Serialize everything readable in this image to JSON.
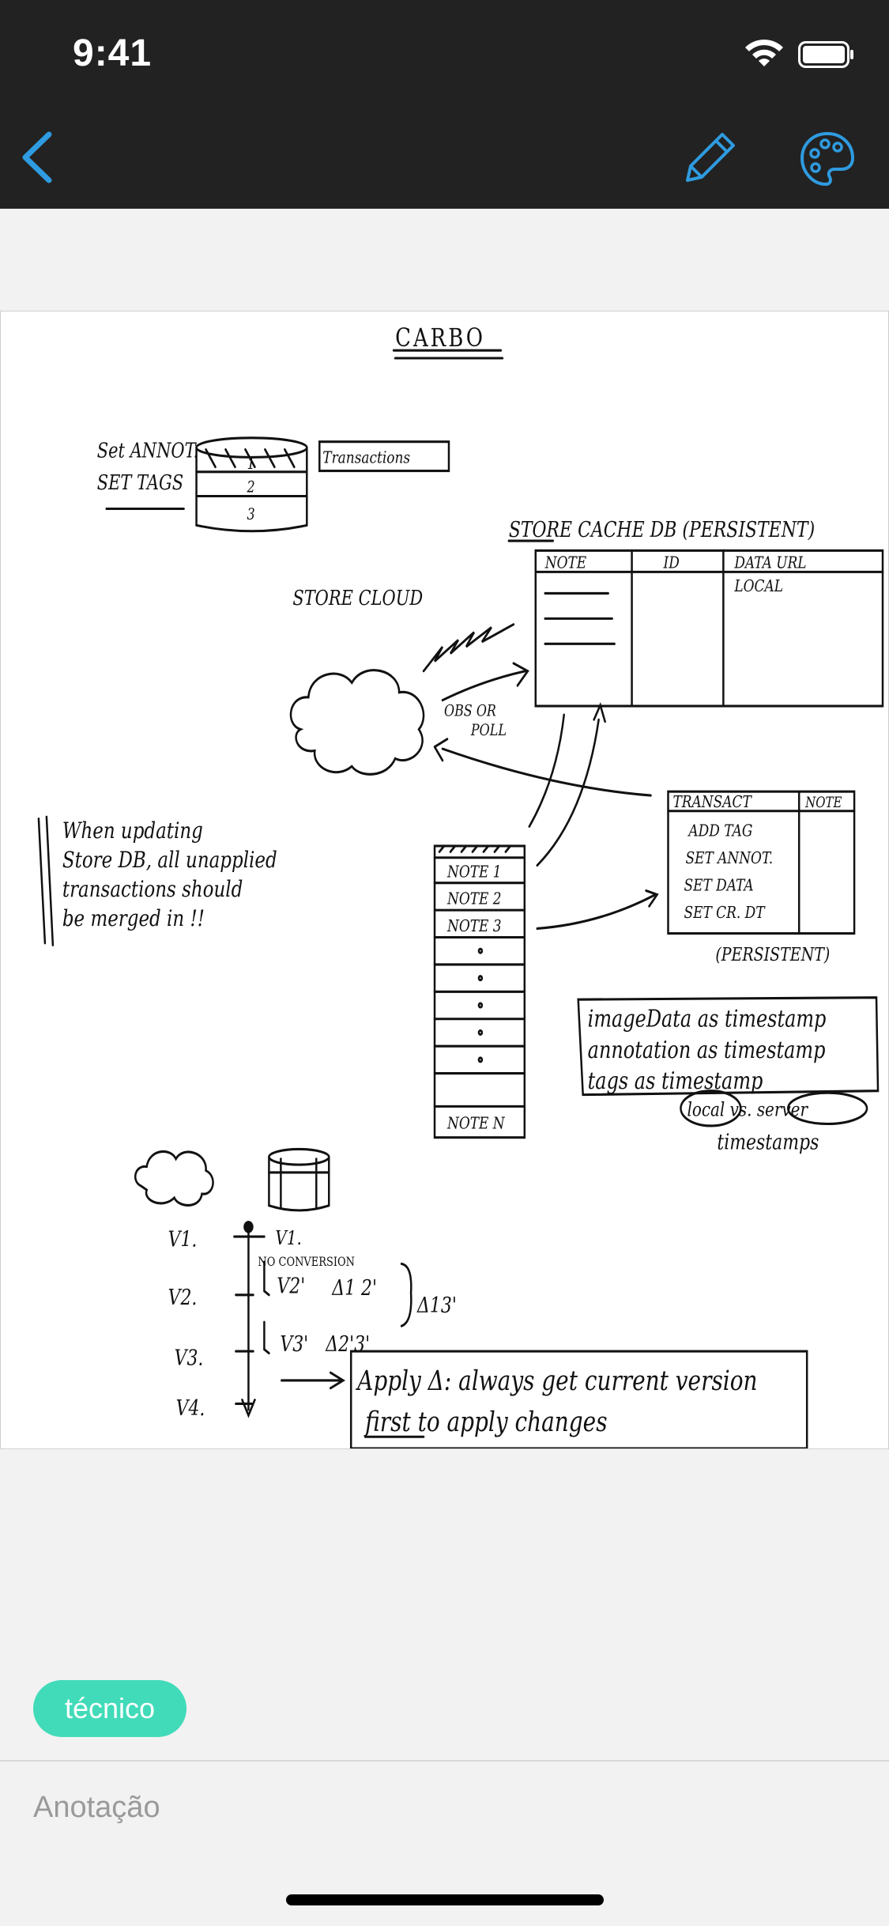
{
  "status_bar": {
    "time": "9:41",
    "icons": [
      "wifi-icon",
      "battery-icon"
    ]
  },
  "nav_bar": {
    "back_icon": "chevron-left-icon",
    "actions": [
      "pencil-icon",
      "palette-icon"
    ],
    "accent_color": "#2f9be0"
  },
  "sketch": {
    "title": "CARBO",
    "labels": {
      "set_annot": "Set ANNOT.",
      "set_tags": "SET TAGS",
      "transactions": "Transactions",
      "rows": [
        "1",
        "2",
        "3"
      ],
      "store_cache": "STORE CACHE DB (PERSISTENT)",
      "col_note": "NOTE",
      "col_id": "ID",
      "col_data_url": "DATA URL",
      "local": "LOCAL",
      "store_cloud": "STORE CLOUD",
      "obs_or": "OBS OR",
      "poll": "POLL",
      "transact": "TRANSACT",
      "note_col": "NOTE",
      "transact_rows": [
        "ADD TAG",
        "SET ANNOT.",
        "SET DATA",
        "SET CR. DT"
      ],
      "persistent": "(PERSISTENT)",
      "notes": [
        "NOTE 1",
        "NOTE 2",
        "NOTE 3",
        "NOTE N"
      ],
      "merge_note": [
        "When updating",
        "Store DB, all unapplied",
        "transactions should",
        "be merged in !!"
      ],
      "timestamps": [
        "imageData as timestamp",
        "annotation as timestamp",
        "tags as timestamp"
      ],
      "local_server": "local vs. server",
      "timestamps_word": "timestamps",
      "versions": [
        "V1.",
        "V2.",
        "V3.",
        "V4."
      ],
      "v1_label": "V1.",
      "no_conversion": "NO CONVERSION",
      "v2_label": "V2'",
      "delta12": "Δ1 2'",
      "v3_label": "V3'",
      "delta23": "Δ2'3'",
      "delta13": "Δ13'",
      "apply_line1": "Apply Δ: always get current version",
      "apply_line2": "first to apply changes"
    }
  },
  "tag_chip": {
    "label": "técnico",
    "color": "#41dbb9"
  },
  "annotation": {
    "placeholder": "Anotação",
    "value": ""
  }
}
